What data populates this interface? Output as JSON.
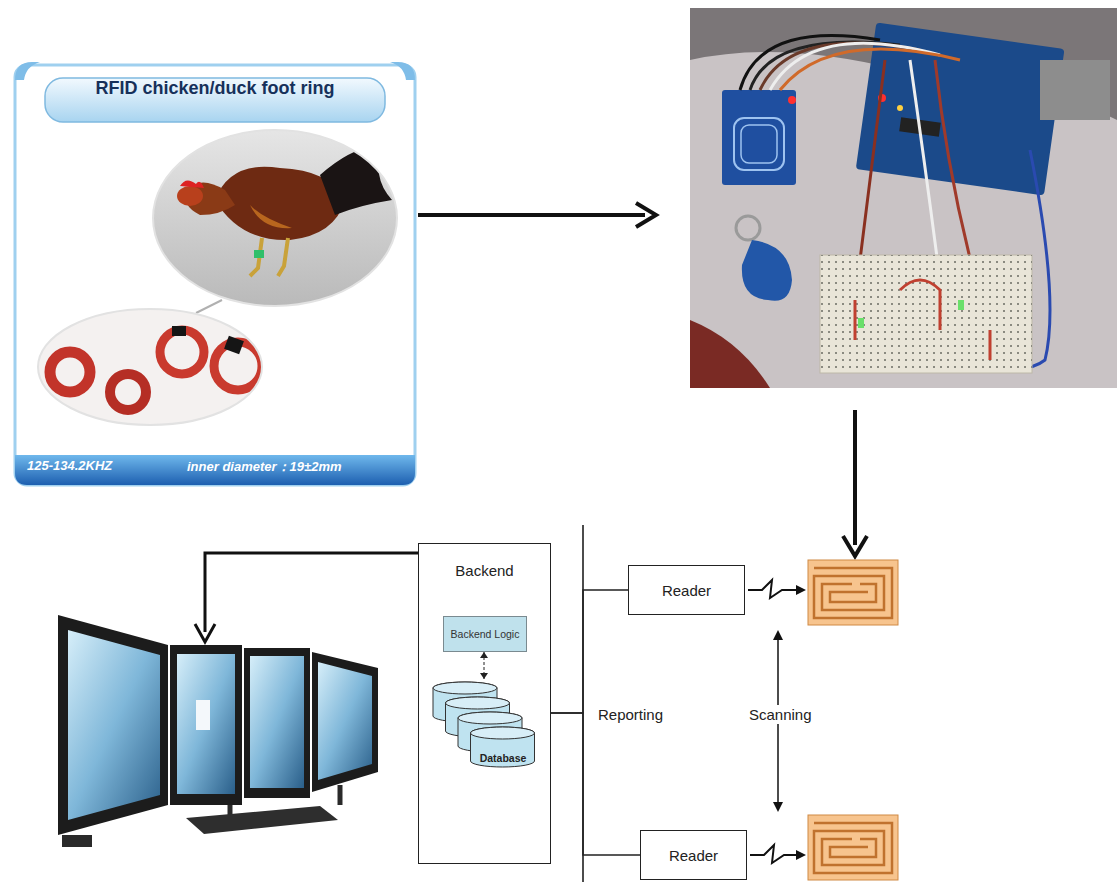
{
  "diagram": {
    "nodes": [
      {
        "text": [
          "RFID chicken/duck foot ring",
          "125-134.2KHZ",
          "inner diameter：19±2mm"
        ]
      },
      {
        "text": [
          "Backend"
        ]
      },
      {
        "text": [
          "Backend Logic"
        ],
        "in": 1
      },
      {
        "text": [
          "Database"
        ],
        "in": 1
      },
      {
        "text": [
          "Reader"
        ]
      },
      {
        "text": [
          "Reader"
        ]
      }
    ],
    "edges": [
      {
        "from": 2,
        "to": 3,
        "arrow": "both"
      },
      {
        "from": 1,
        "to": 4,
        "arrow": "none"
      },
      {
        "from": 1,
        "to": 5,
        "arrow": "none"
      }
    ],
    "labels": [
      "Reporting",
      "Scanning"
    ]
  }
}
